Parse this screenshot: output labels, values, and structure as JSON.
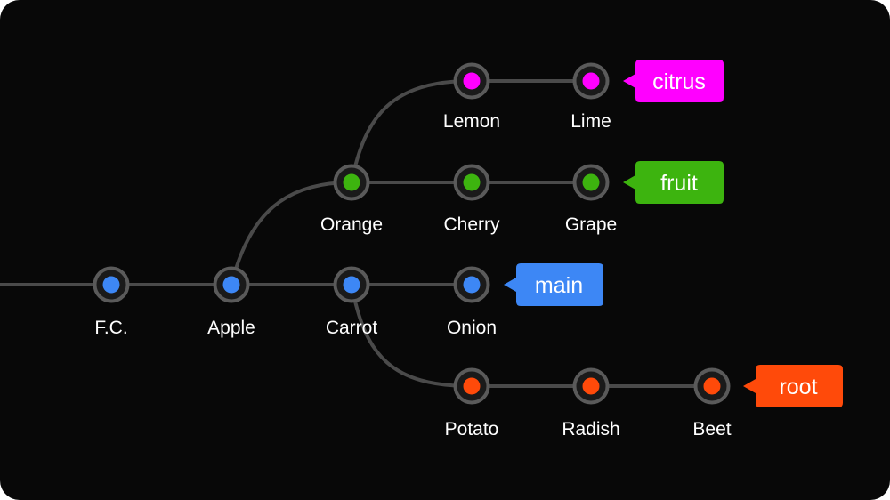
{
  "colors": {
    "background": "#080808",
    "edge": "#4a4a4a",
    "node_ring": "#5a5a5a",
    "node_fill": "#1a1a1a",
    "main": "#3d87f5",
    "fruit": "#3db40f",
    "citrus": "#ff00ff",
    "root": "#ff4a0a"
  },
  "branches": {
    "main": {
      "label": "main"
    },
    "fruit": {
      "label": "fruit"
    },
    "citrus": {
      "label": "citrus"
    },
    "root": {
      "label": "root"
    }
  },
  "nodes": [
    {
      "label": "F.C.",
      "branch": "main"
    },
    {
      "label": "Apple",
      "branch": "main"
    },
    {
      "label": "Carrot",
      "branch": "main"
    },
    {
      "label": "Onion",
      "branch": "main"
    },
    {
      "label": "Orange",
      "branch": "fruit"
    },
    {
      "label": "Cherry",
      "branch": "fruit"
    },
    {
      "label": "Grape",
      "branch": "fruit"
    },
    {
      "label": "Lemon",
      "branch": "citrus"
    },
    {
      "label": "Lime",
      "branch": "citrus"
    },
    {
      "label": "Potato",
      "branch": "root"
    },
    {
      "label": "Radish",
      "branch": "root"
    },
    {
      "label": "Beet",
      "branch": "root"
    }
  ]
}
